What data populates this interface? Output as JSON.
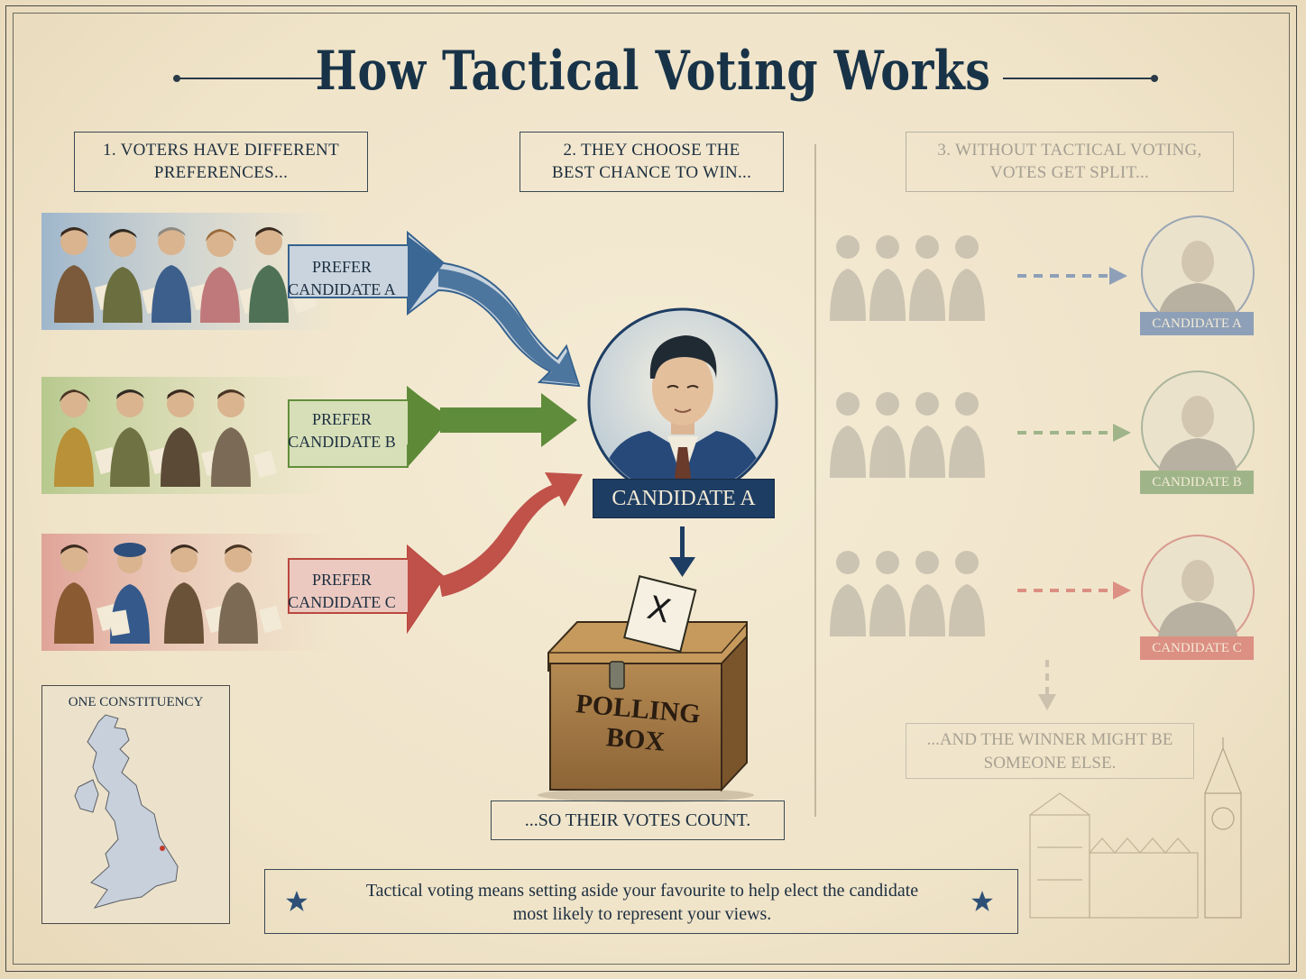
{
  "title": "How Tactical Voting Works",
  "steps": {
    "step1": "1. VOTERS HAVE DIFFERENT PREFERENCES...",
    "step1_l1": "1. VOTERS HAVE DIFFERENT",
    "step1_l2": "PREFERENCES...",
    "step2_l1": "2. THEY CHOOSE THE",
    "step2_l2": "BEST CHANCE TO WIN...",
    "step3_l1": "3. WITHOUT TACTICAL VOTING,",
    "step3_l2": "VOTES GET SPLIT..."
  },
  "groups": [
    {
      "l1": "PREFER",
      "l2": "CANDIDATE A",
      "color": "#3f6b96"
    },
    {
      "l1": "PREFER",
      "l2": "CANDIDATE B",
      "color": "#5f8a3a"
    },
    {
      "l1": "PREFER",
      "l2": "CANDIDATE C",
      "color": "#c2514a"
    }
  ],
  "chosen_candidate": "CANDIDATE A",
  "ballot_mark": "X",
  "box_label_l1": "POLLING",
  "box_label_l2": "BOX",
  "votes_count": "...SO THEIR VOTES COUNT.",
  "split_candidates": [
    {
      "label": "CANDIDATE A",
      "color": "#8ea0b8"
    },
    {
      "label": "CANDIDATE B",
      "color": "#9fb589"
    },
    {
      "label": "CANDIDATE C",
      "color": "#dc8f83"
    }
  ],
  "winner_l1": "...AND THE WINNER MIGHT BE",
  "winner_l2": "SOMEONE ELSE.",
  "map_title": "ONE CONSTITUENCY",
  "summary_l1": "Tactical voting means setting aside your favourite to help elect the candidate",
  "summary_l2": "most likely to represent your views.",
  "colors": {
    "navy": "#1e3d63",
    "paper": "#efe4cc",
    "ink": "#1d2f40"
  },
  "icons": [
    "star-icon",
    "down-arrow-icon",
    "ballot-box-icon",
    "uk-map-icon",
    "parliament-icon",
    "clock-tower-icon"
  ]
}
